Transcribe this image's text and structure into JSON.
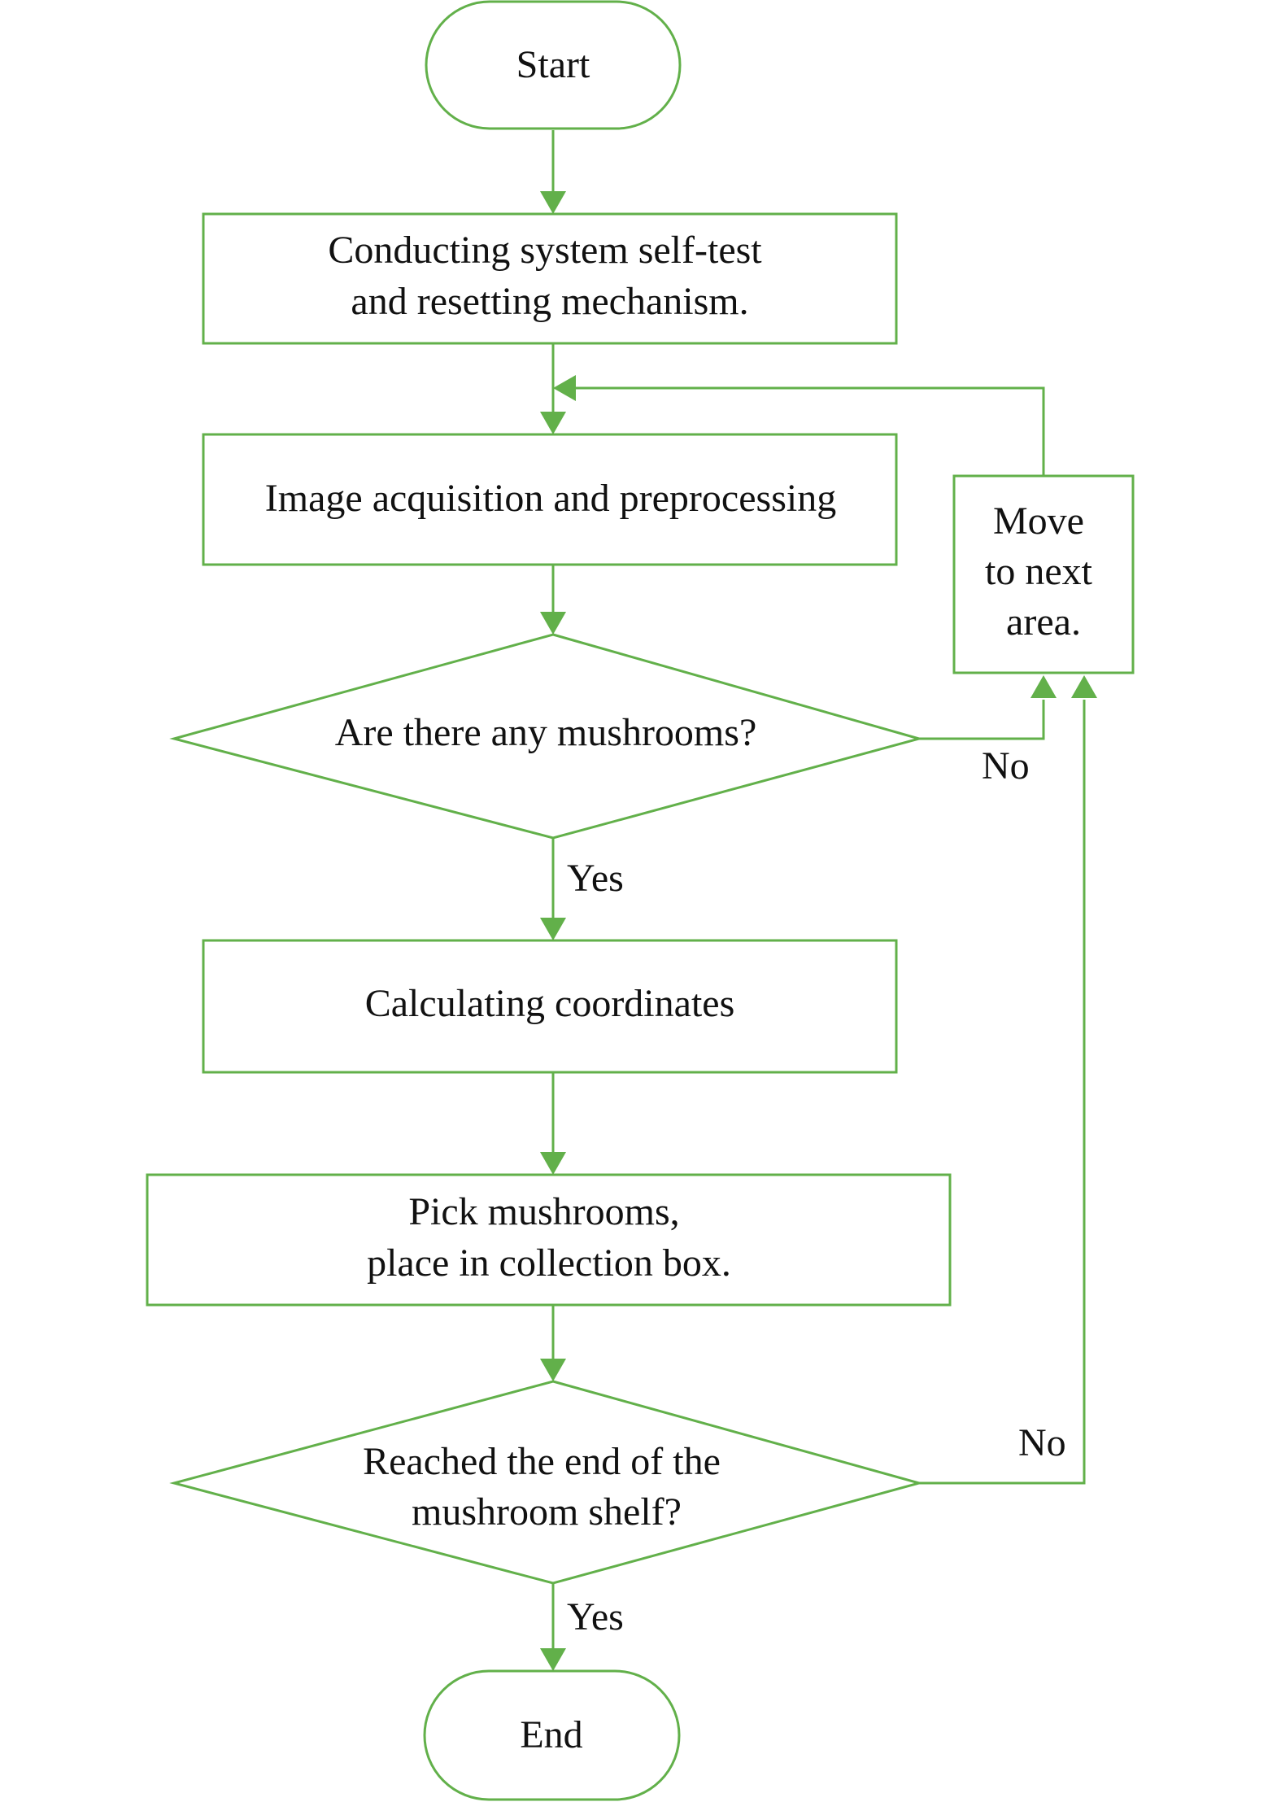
{
  "colors": {
    "accent": "#62b04a",
    "text": "#111111",
    "background": "#ffffff"
  },
  "nodes": {
    "start": {
      "lines": [
        "Start"
      ]
    },
    "self_test": {
      "lines": [
        "Conducting system self-test",
        "and resetting mechanism."
      ]
    },
    "acquisition": {
      "lines": [
        "Image acquisition and preprocessing"
      ]
    },
    "mushroom_check": {
      "lines": [
        "Are there any mushrooms?"
      ]
    },
    "calculate": {
      "lines": [
        "Calculating coordinates"
      ]
    },
    "pick": {
      "lines": [
        "Pick mushrooms,",
        "place in collection box."
      ]
    },
    "shelf_check": {
      "lines": [
        "Reached the end of the",
        "mushroom shelf?"
      ]
    },
    "move_next": {
      "lines": [
        "Move",
        "to next",
        "area."
      ]
    },
    "end": {
      "lines": [
        "End"
      ]
    }
  },
  "edges": {
    "mushroom_yes": "Yes",
    "mushroom_no": "No",
    "shelf_yes": "Yes",
    "shelf_no": "No"
  }
}
